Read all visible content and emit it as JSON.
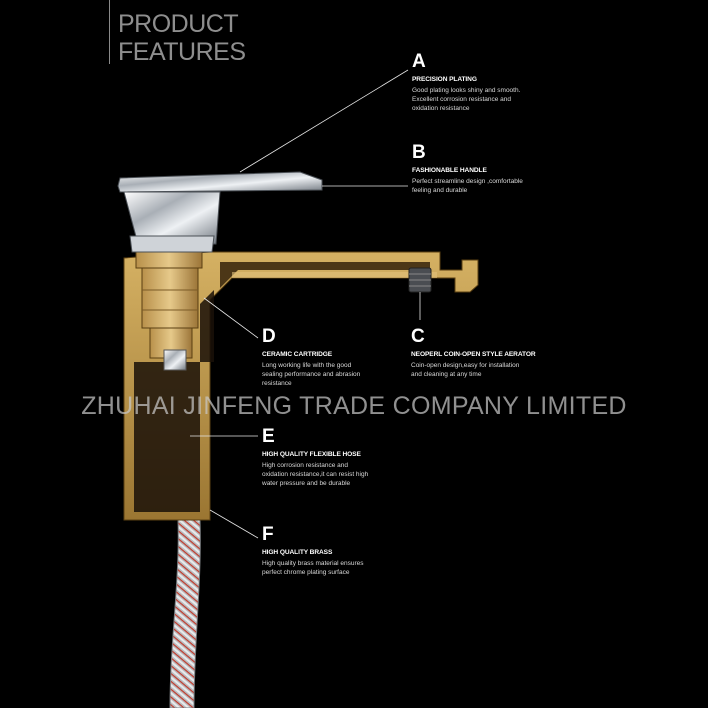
{
  "page": {
    "title_line1": "PRODUCT",
    "title_line2": "FEATURES",
    "watermark": "ZHUHAI JINFENG TRADE COMPANY LIMITED"
  },
  "features": [
    {
      "letter": "A",
      "name": "PRECISION PLATING",
      "description": "Good plating looks shiny and smooth.\nExcellent corrosion resistance and\noxidation resistance"
    },
    {
      "letter": "B",
      "name": "FASHIONABLE HANDLE",
      "description": "Perfect streamline design ,comfortable\nfeeling and durable"
    },
    {
      "letter": "C",
      "name": "NEOPERL COIN-OPEN STYLE AERATOR",
      "description": "Coin-open design,easy for installation\nand cleaning at any time"
    },
    {
      "letter": "D",
      "name": "CERAMIC CARTRIDGE",
      "description": "Long working life with the good\nsealing performance and abrasion\nresistance"
    },
    {
      "letter": "E",
      "name": "HIGH QUALITY FLEXIBLE HOSE",
      "description": "High corrosion resistance and\noxidation resistance,it can resist high\nwater pressure and be durable"
    },
    {
      "letter": "F",
      "name": "HIGH QUALITY BRASS",
      "description": "High quality brass material ensures\nperfect chrome plating surface"
    }
  ],
  "colors": {
    "background": "#000000",
    "brass": "#c9a24a",
    "brass_dark": "#6b4f1e",
    "chrome": "#d9dde2",
    "title_gray": "#8e8e8e"
  }
}
